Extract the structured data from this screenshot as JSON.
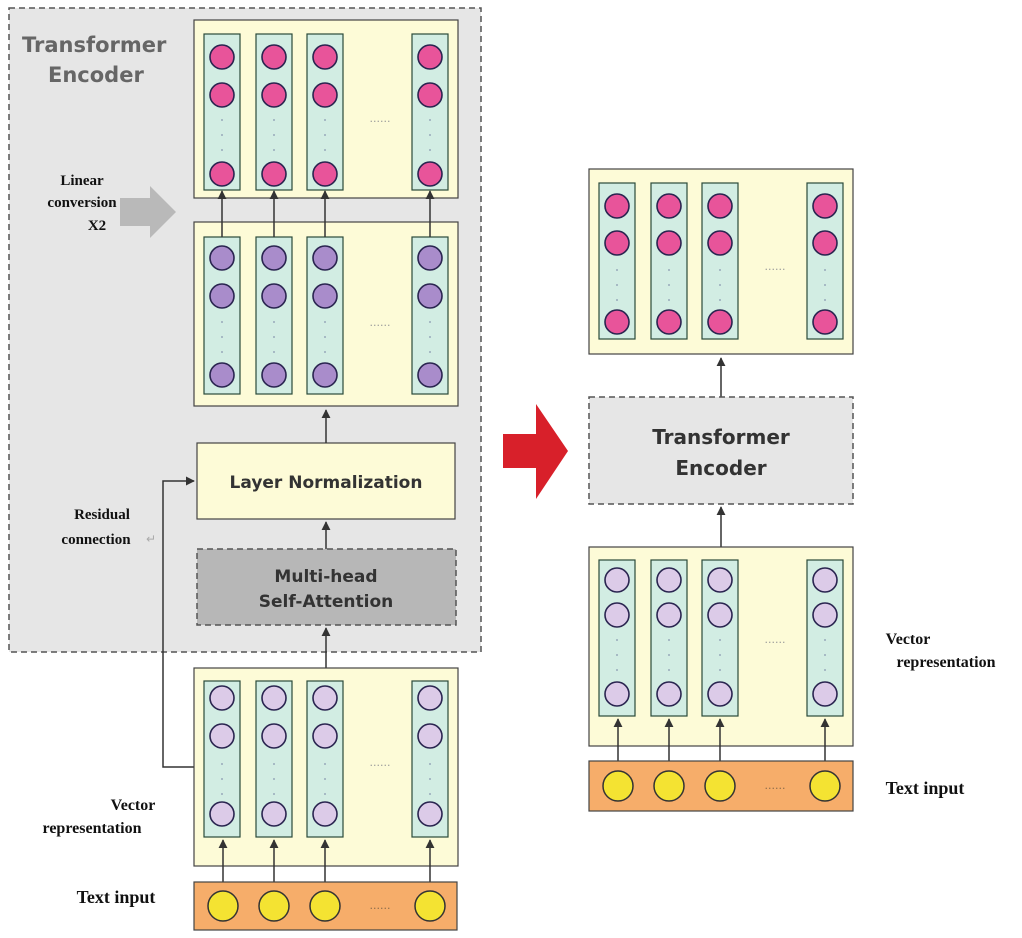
{
  "left": {
    "encoder_title_line1": "Transformer",
    "encoder_title_line2": "Encoder",
    "linear_line1": "Linear",
    "linear_line2": "conversion",
    "linear_line3": "X2",
    "layer_norm": "Layer Normalization",
    "mha_line1": "Multi-head",
    "mha_line2": "Self-Attention",
    "residual_line1": "Residual",
    "residual_line2": "connection",
    "return_glyph": "↵",
    "vector_line1": "Vector",
    "vector_line2": "representation",
    "text_input": "Text input"
  },
  "right": {
    "encoder_line1": "Transformer",
    "encoder_line2": "Encoder",
    "vector_line1": "Vector",
    "vector_line2": "representation",
    "text_input": "Text input"
  },
  "ellipsis": "......",
  "colors": {
    "panel_bg": "#e6e6e6",
    "block_fill": "#fdfbd7",
    "column_fill": "#d2ede3",
    "pink": "#e8549a",
    "purple": "#a98ccb",
    "lavender": "#dccbe8",
    "yellow_node": "#f4e332",
    "input_bar": "#f6ad6a",
    "mha_fill": "#b7b7b7",
    "gray_arrow": "#b9b9b9",
    "red_arrow": "#d8202a"
  }
}
